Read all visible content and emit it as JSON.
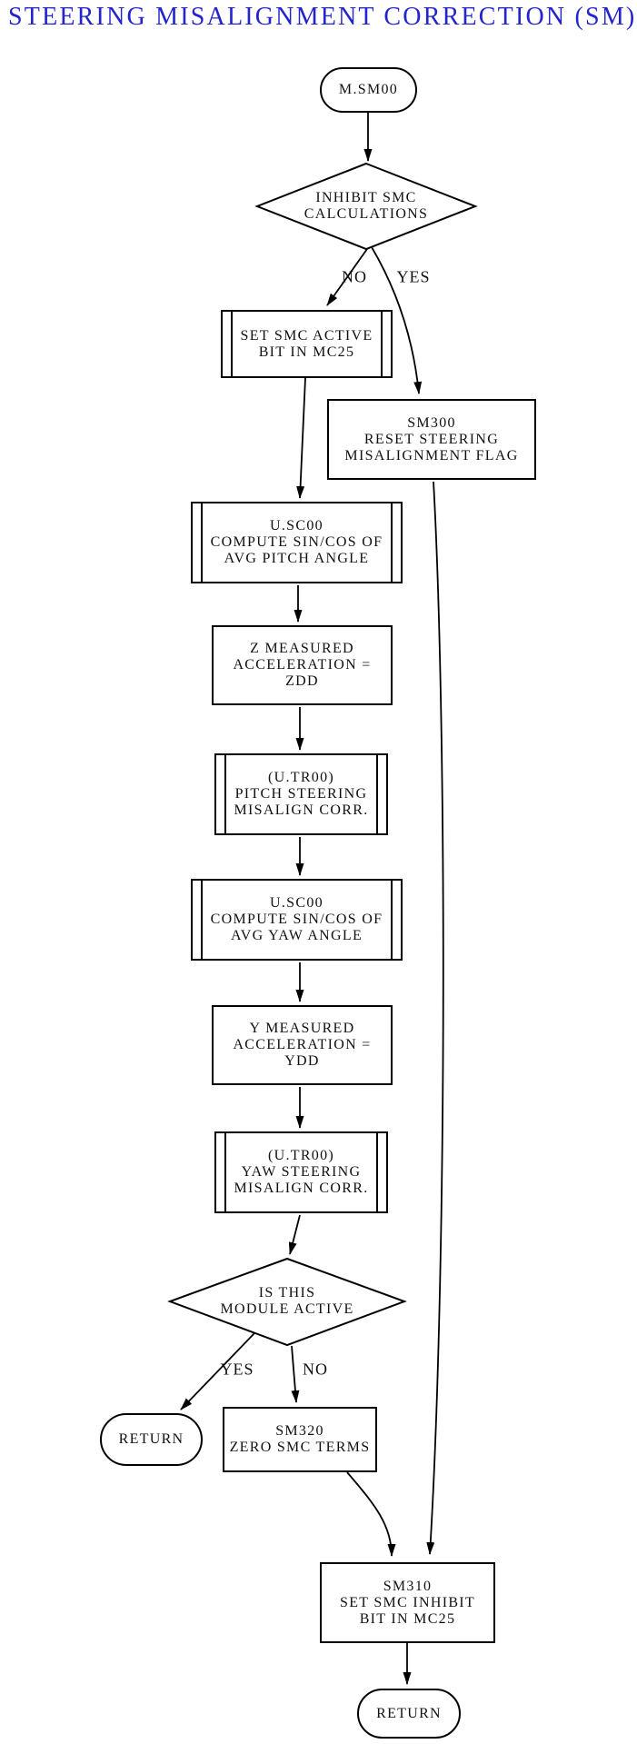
{
  "title": "STEERING MISALIGNMENT CORRECTION (SM)",
  "colors": {
    "title": "#2424cf",
    "line": "#000000",
    "background": "#ffffff"
  },
  "nodes": {
    "start": {
      "label": "M.SM00"
    },
    "inhibit_decision": {
      "line1": "INHIBIT SMC",
      "line2": "CALCULATIONS"
    },
    "set_active": {
      "line1": "SET SMC ACTIVE",
      "line2": "BIT IN MC25"
    },
    "sm300": {
      "line1": "SM300",
      "line2": "RESET STEERING",
      "line3": "MISALIGNMENT FLAG"
    },
    "usc00_pitch": {
      "line1": "U.SC00",
      "line2": "COMPUTE SIN/COS OF",
      "line3": "AVG PITCH ANGLE"
    },
    "z_measured": {
      "line1": "Z MEASURED",
      "line2": "ACCELERATION =",
      "line3": "ZDD"
    },
    "utr00_pitch": {
      "line1": "(U.TR00)",
      "line2": "PITCH STEERING",
      "line3": "MISALIGN CORR."
    },
    "usc00_yaw": {
      "line1": "U.SC00",
      "line2": "COMPUTE SIN/COS OF",
      "line3": "AVG YAW ANGLE"
    },
    "y_measured": {
      "line1": "Y MEASURED",
      "line2": "ACCELERATION =",
      "line3": "YDD"
    },
    "utr00_yaw": {
      "line1": "(U.TR00)",
      "line2": "YAW STEERING",
      "line3": "MISALIGN CORR."
    },
    "active_decision": {
      "line1": "IS THIS",
      "line2": "MODULE ACTIVE"
    },
    "return_yes": {
      "label": "RETURN"
    },
    "sm320": {
      "line1": "SM320",
      "line2": "ZERO SMC TERMS"
    },
    "sm310": {
      "line1": "SM310",
      "line2": "SET SMC INHIBIT",
      "line3": "BIT IN MC25"
    },
    "return_end": {
      "label": "RETURN"
    }
  },
  "edge_labels": {
    "inhibit_no": "NO",
    "inhibit_yes": "YES",
    "active_yes": "YES",
    "active_no": "NO"
  }
}
